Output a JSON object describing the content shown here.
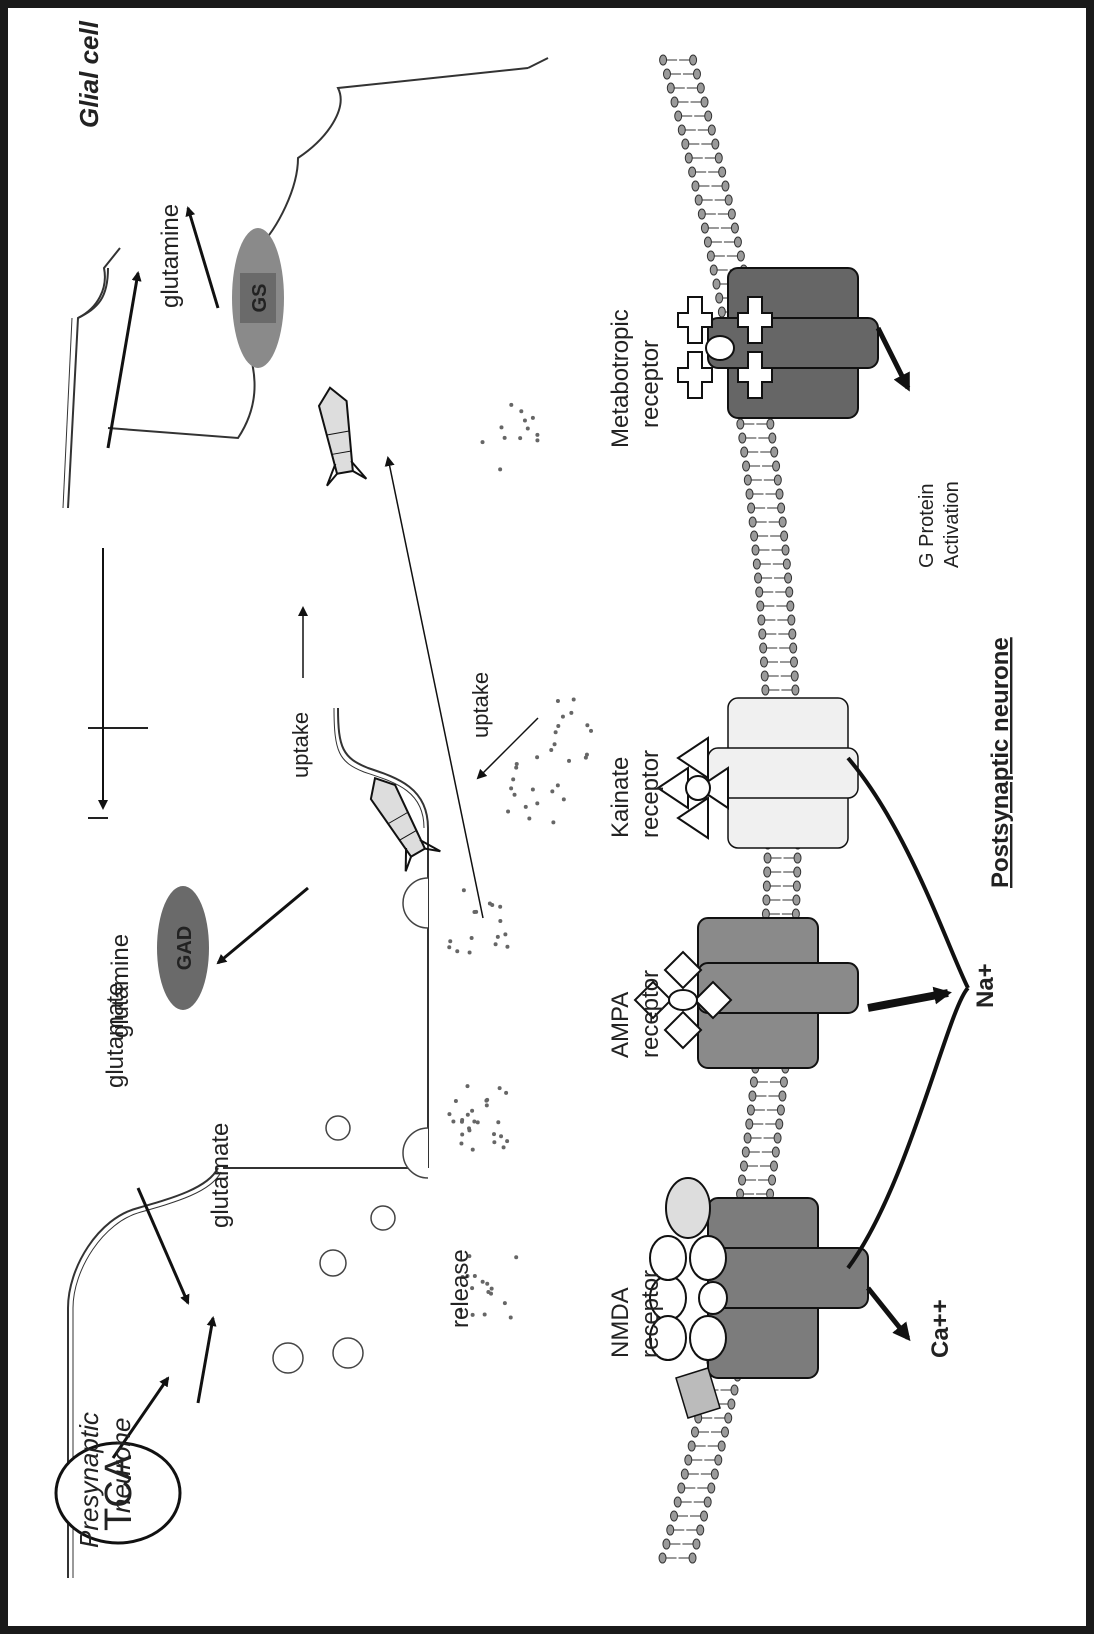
{
  "labels": {
    "presynaptic": [
      "Presynaptic",
      "neurone"
    ],
    "glial": "Glial cell",
    "postsynaptic": "Postsynaptic  neurone",
    "tca": "TCA",
    "glutamine_pre": "glutamine",
    "glutamate_1": "glutamate",
    "glutamate_2": "glutamate",
    "gad": "GAD",
    "gs": "GS",
    "glutamine_glial": "glutamine",
    "release": "release",
    "uptake_1": "uptake",
    "uptake_2": "uptake",
    "g_protein": [
      "G Protein",
      "Activation"
    ],
    "na": "Na+",
    "ca": "Ca++"
  },
  "receptors": {
    "nmda": [
      "NMDA",
      "receptor"
    ],
    "ampa": [
      "AMPA",
      "receptor"
    ],
    "kainate": [
      "Kainate",
      "receptor"
    ],
    "metabotropic": [
      "Metabotropic",
      "receptor"
    ]
  },
  "colors": {
    "membrane": "#9a9a9a",
    "receptor_dark": "#7c7c7c",
    "receptor_mid": "#a8a8a8",
    "enzyme": "#6a6a6a"
  }
}
